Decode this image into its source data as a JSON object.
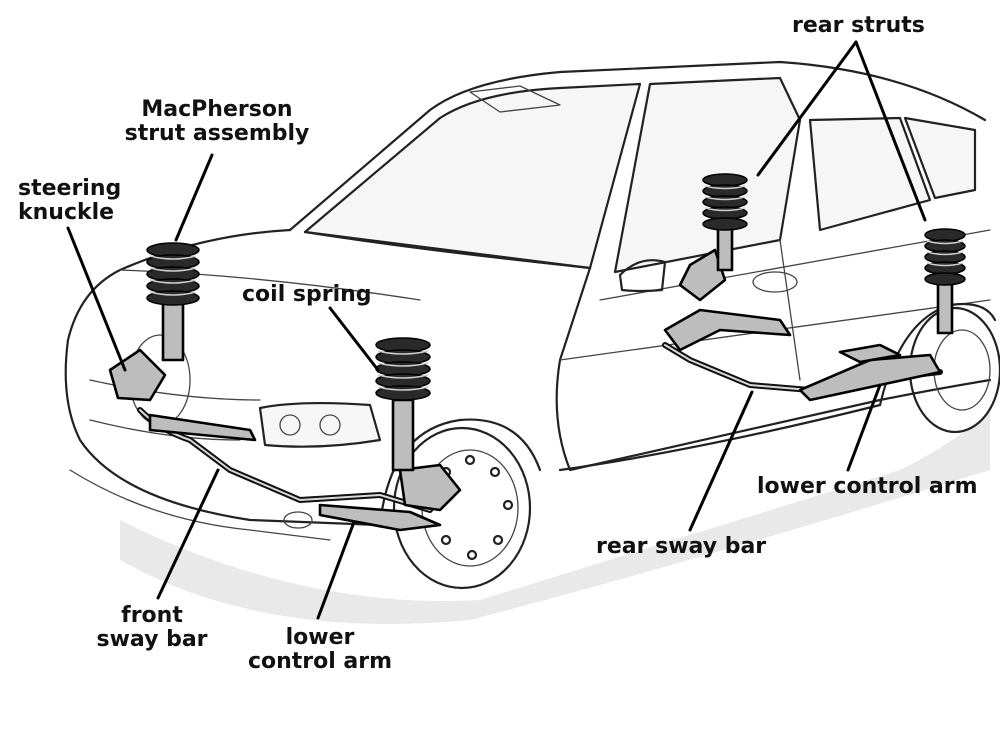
{
  "labels": {
    "macpherson": "MacPherson\nstrut assembly",
    "steering_knuckle": "steering\nknuckle",
    "coil_spring": "coil spring",
    "rear_struts": "rear struts",
    "lower_control_arm_rear": "lower control arm",
    "rear_sway_bar": "rear sway bar",
    "front_sway_bar": "front\nsway bar",
    "lower_control_arm_front": "lower\ncontrol arm"
  },
  "colors": {
    "line": "#222222",
    "part": "#bdbdbd",
    "spring": "#2a2a2a",
    "background": "#ffffff"
  }
}
